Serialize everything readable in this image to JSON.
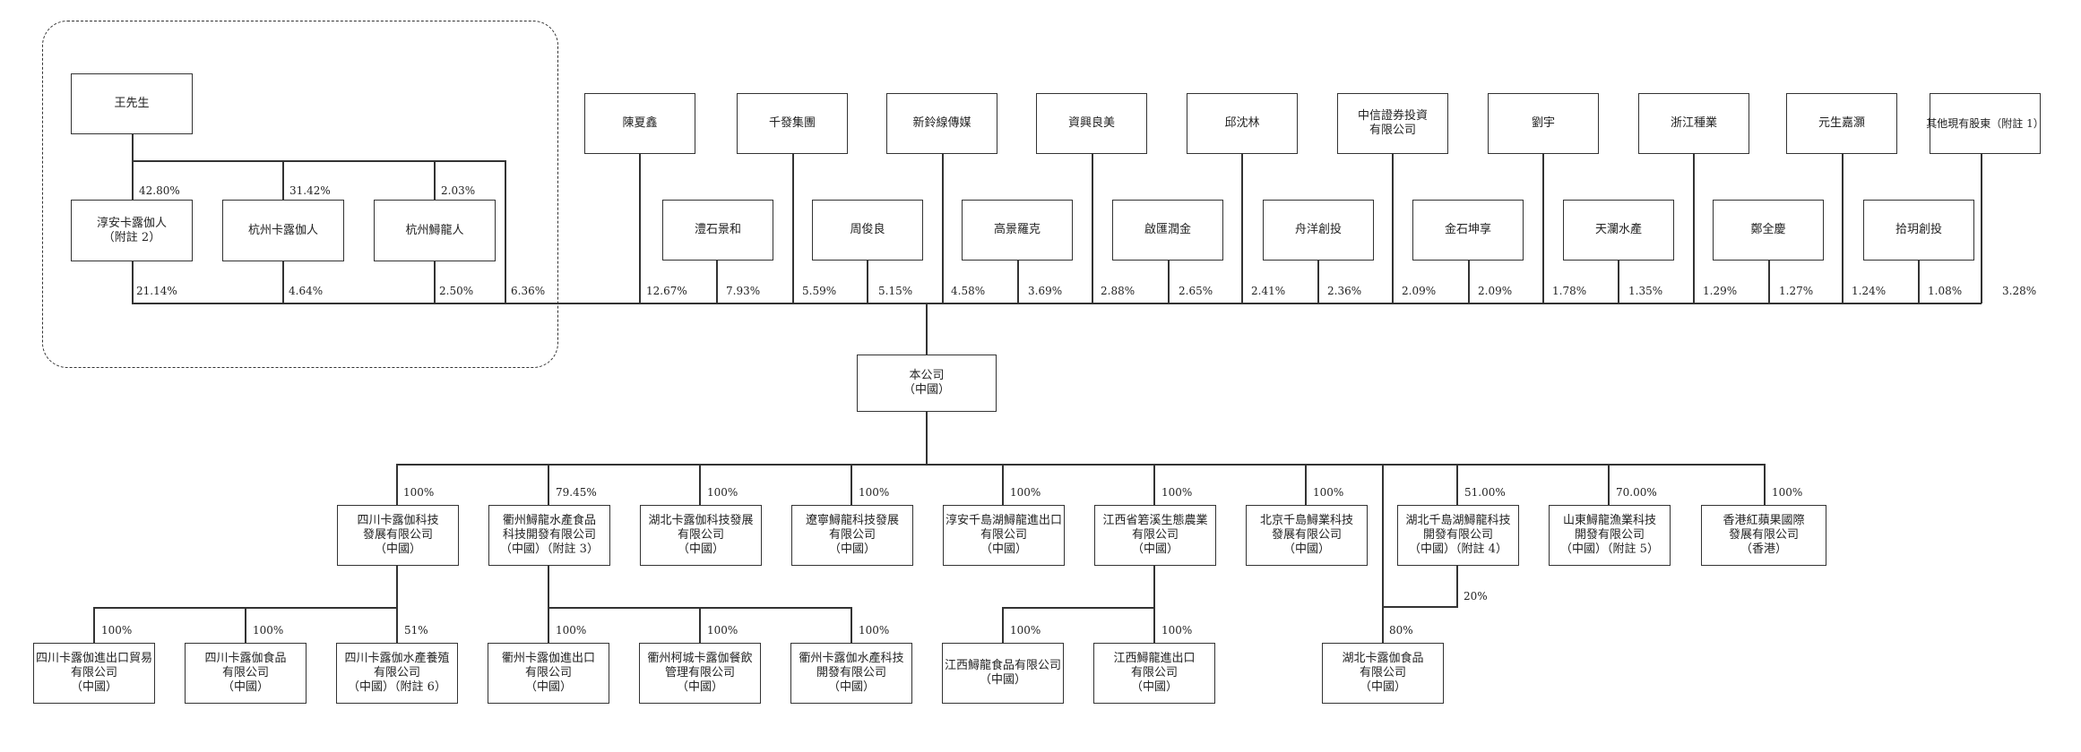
{
  "pre_group": {
    "wang": "王先生",
    "a1": "淳安卡露伽人",
    "a2": "（附註 2）",
    "b": "杭州卡露伽人",
    "c": "杭州鱘龍人",
    "pct_top": [
      "42.80%",
      "31.42%",
      "2.03%"
    ],
    "pct_bottom": [
      "21.14%",
      "4.64%",
      "2.50%",
      "6.36%"
    ]
  },
  "top_row": [
    "陳夏鑫",
    "千發集團",
    "新鈴線傳媒",
    "資興良美",
    "邱沈林",
    "中信證券投資",
    "有限公司",
    "劉宇",
    "浙江種業",
    "元生嘉灝",
    "其他現有股東（附註 1）"
  ],
  "mid_row": [
    "澧石景和",
    "周俊良",
    "高景羅克",
    "啟匯潤金",
    "舟洋創投",
    "金石坤享",
    "天瀾水產",
    "鄭全慶",
    "拾玥創投"
  ],
  "top_pcts": [
    "12.67%",
    "7.93%",
    "5.59%",
    "5.15%",
    "4.58%",
    "3.69%",
    "2.88%",
    "2.65%",
    "2.41%",
    "2.36%",
    "2.09%",
    "2.09%",
    "1.78%",
    "1.35%",
    "1.29%",
    "1.27%",
    "1.24%",
    "1.08%",
    "3.28%"
  ],
  "company": {
    "name": "本公司",
    "loc": "（中國）"
  },
  "subs": [
    {
      "l1": "四川卡露伽科技",
      "l2": "發展有限公司",
      "l3": "（中國）",
      "pct": "100%"
    },
    {
      "l1": "衢州鱘龍水產食品",
      "l2": "科技開發有限公司",
      "l3": "（中國）（附註 3）",
      "pct": "79.45%"
    },
    {
      "l1": "湖北卡露伽科技發展",
      "l2": "有限公司",
      "l3": "（中國）",
      "pct": "100%"
    },
    {
      "l1": "遼寧鱘龍科技發展",
      "l2": "有限公司",
      "l3": "（中國）",
      "pct": "100%"
    },
    {
      "l1": "淳安千島湖鱘龍進出口",
      "l2": "有限公司",
      "l3": "（中國）",
      "pct": "100%"
    },
    {
      "l1": "江西省箬溪生態農業",
      "l2": "有限公司",
      "l3": "（中國）",
      "pct": "100%"
    },
    {
      "l1": "北京千島鱘業科技",
      "l2": "發展有限公司",
      "l3": "（中國）",
      "pct": "100%"
    },
    {
      "l1": "湖北千島湖鱘龍科技",
      "l2": "開發有限公司",
      "l3": "（中國）（附註 4）",
      "pct": "51.00%"
    },
    {
      "l1": "山東鱘龍漁業科技",
      "l2": "開發有限公司",
      "l3": "（中國）（附註 5）",
      "pct": "70.00%"
    },
    {
      "l1": "香港紅蘋果國際",
      "l2": "發展有限公司",
      "l3": "（香港）",
      "pct": "100%"
    }
  ],
  "subsubs": [
    {
      "l1": "四川卡露伽進出口貿易",
      "l2": "有限公司",
      "l3": "（中國）",
      "pct": "100%"
    },
    {
      "l1": "四川卡露伽食品",
      "l2": "有限公司",
      "l3": "（中國）",
      "pct": "100%"
    },
    {
      "l1": "四川卡露伽水產養殖",
      "l2": "有限公司",
      "l3": "（中國）（附註 6）",
      "pct": "51%"
    },
    {
      "l1": "衢州卡露伽進出口",
      "l2": "有限公司",
      "l3": "（中國）",
      "pct": "100%"
    },
    {
      "l1": "衢州柯城卡露伽餐飲",
      "l2": "管理有限公司",
      "l3": "（中國）",
      "pct": "100%"
    },
    {
      "l1": "衢州卡露伽水產科技",
      "l2": "開發有限公司",
      "l3": "（中國）",
      "pct": "100%"
    },
    {
      "l1": "江西鱘龍食品有限公司",
      "l2": "",
      "l3": "（中國）",
      "pct": "100%"
    },
    {
      "l1": "江西鱘龍進出口",
      "l2": "有限公司",
      "l3": "（中國）",
      "pct": "100%"
    },
    {
      "l1": "湖北卡露伽食品",
      "l2": "有限公司",
      "l3": "（中國）",
      "pct": "80%"
    }
  ],
  "hubei_extra_pct": "20%"
}
